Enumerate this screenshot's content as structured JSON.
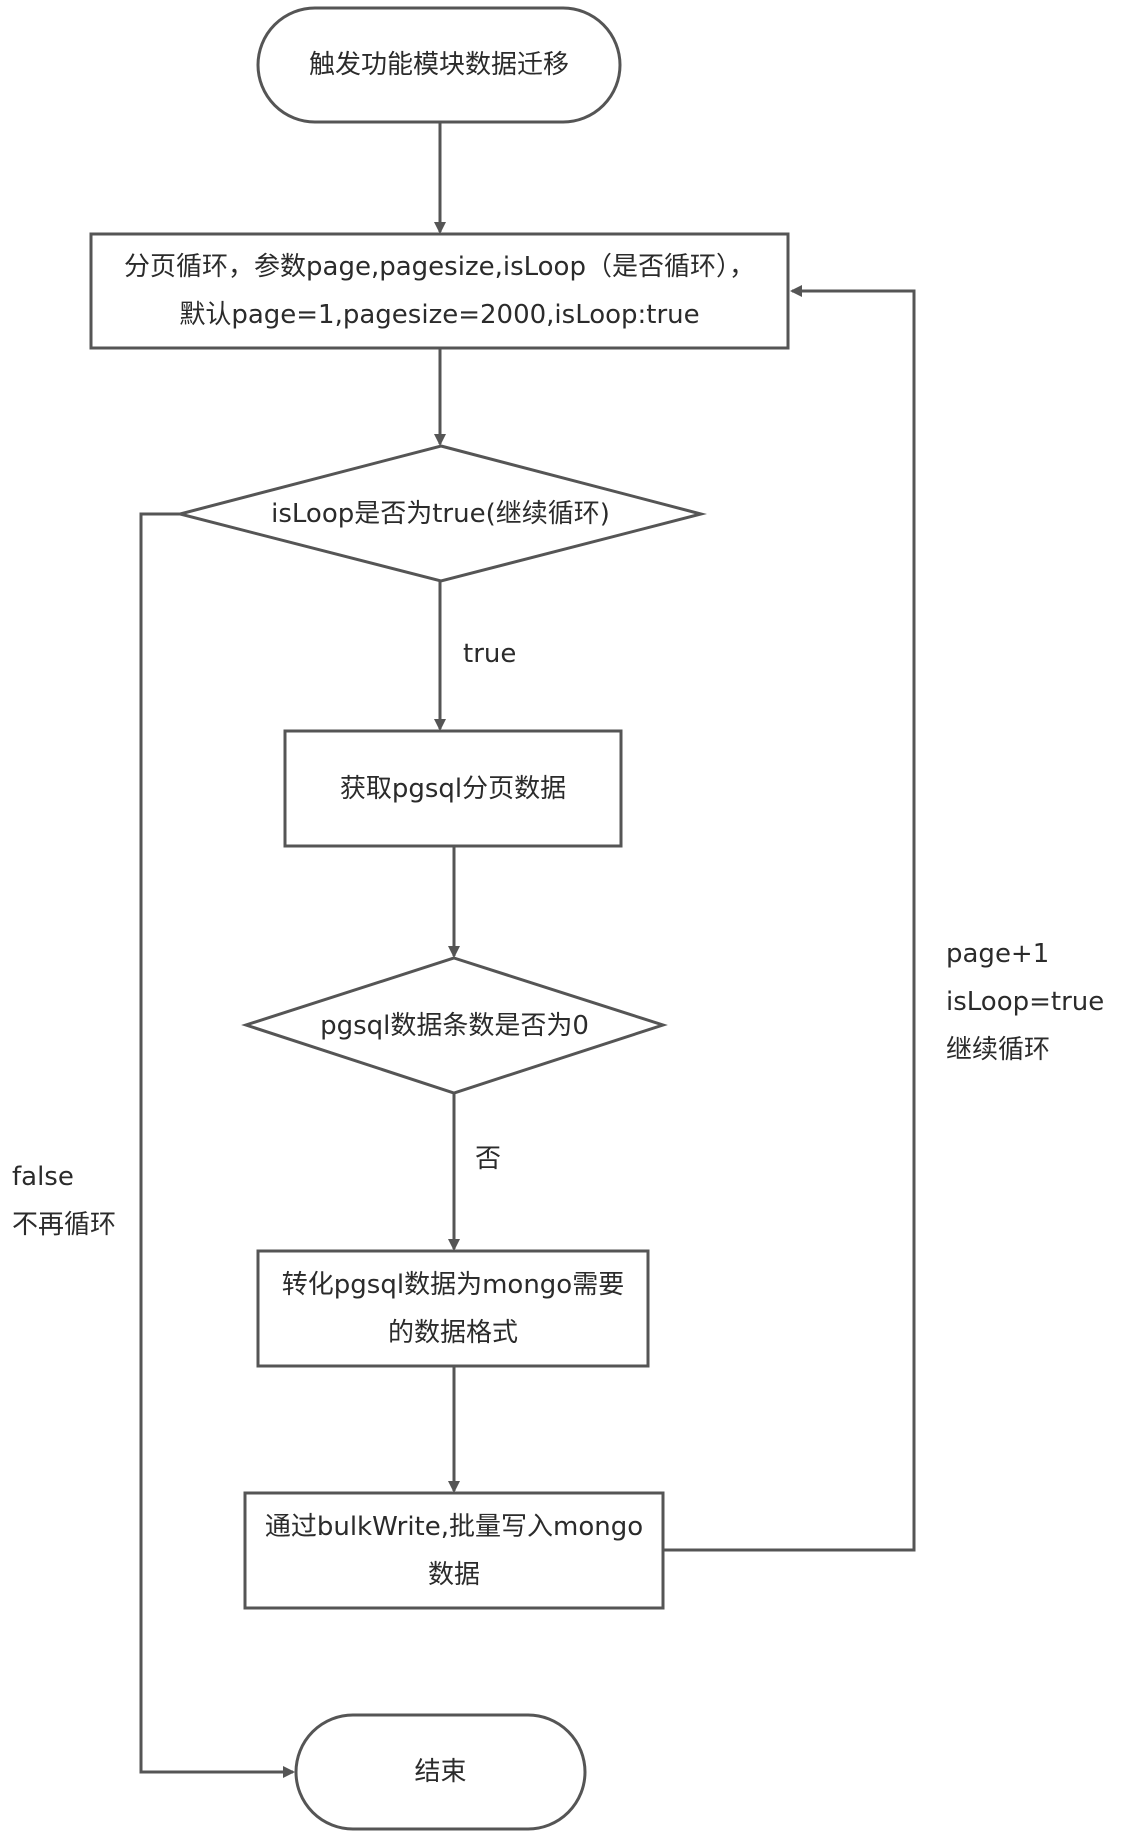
{
  "nodes": {
    "start": "触发功能模块数据迁移",
    "init": {
      "line1": "分页循环，参数page,pagesize,isLoop（是否循环），",
      "line2": "默认page=1,pagesize=2000,isLoop:true"
    },
    "loop_check": "isLoop是否为true(继续循环)",
    "fetch": "获取pgsql分页数据",
    "count_check": "pgsql数据条数是否为0",
    "convert": {
      "line1": "转化pgsql数据为mongo需要",
      "line2": "的数据格式"
    },
    "write": {
      "line1": "通过bulkWrite,批量写入mongo",
      "line2": "数据"
    },
    "end": "结束"
  },
  "edges": {
    "true_label": "true",
    "no_label": "否",
    "false_label": {
      "line1": "false",
      "line2": "不再循环"
    },
    "loop_label": {
      "line1": "page+1",
      "line2": "isLoop=true",
      "line3": "继续循环"
    }
  },
  "colors": {
    "stroke": "#555555",
    "text": "#2b2b2b",
    "fill": "#ffffff"
  }
}
